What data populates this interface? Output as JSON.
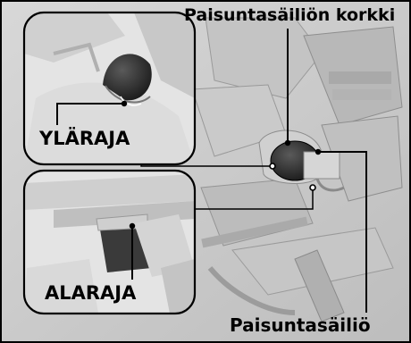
{
  "labels": {
    "cap": "Paisuntasäiliön korkki",
    "upper_level": "YLÄRAJA",
    "lower_level": "ALARAJA",
    "reservoir": "Paisuntasäiliö"
  },
  "colors": {
    "background": "#cfcfcf",
    "border": "#000000",
    "inset_background": "#e4e4e4",
    "leader_line": "#000000"
  },
  "icons": [
    "upper-inset-photo",
    "lower-inset-photo",
    "motorcycle-engine-illustration"
  ]
}
